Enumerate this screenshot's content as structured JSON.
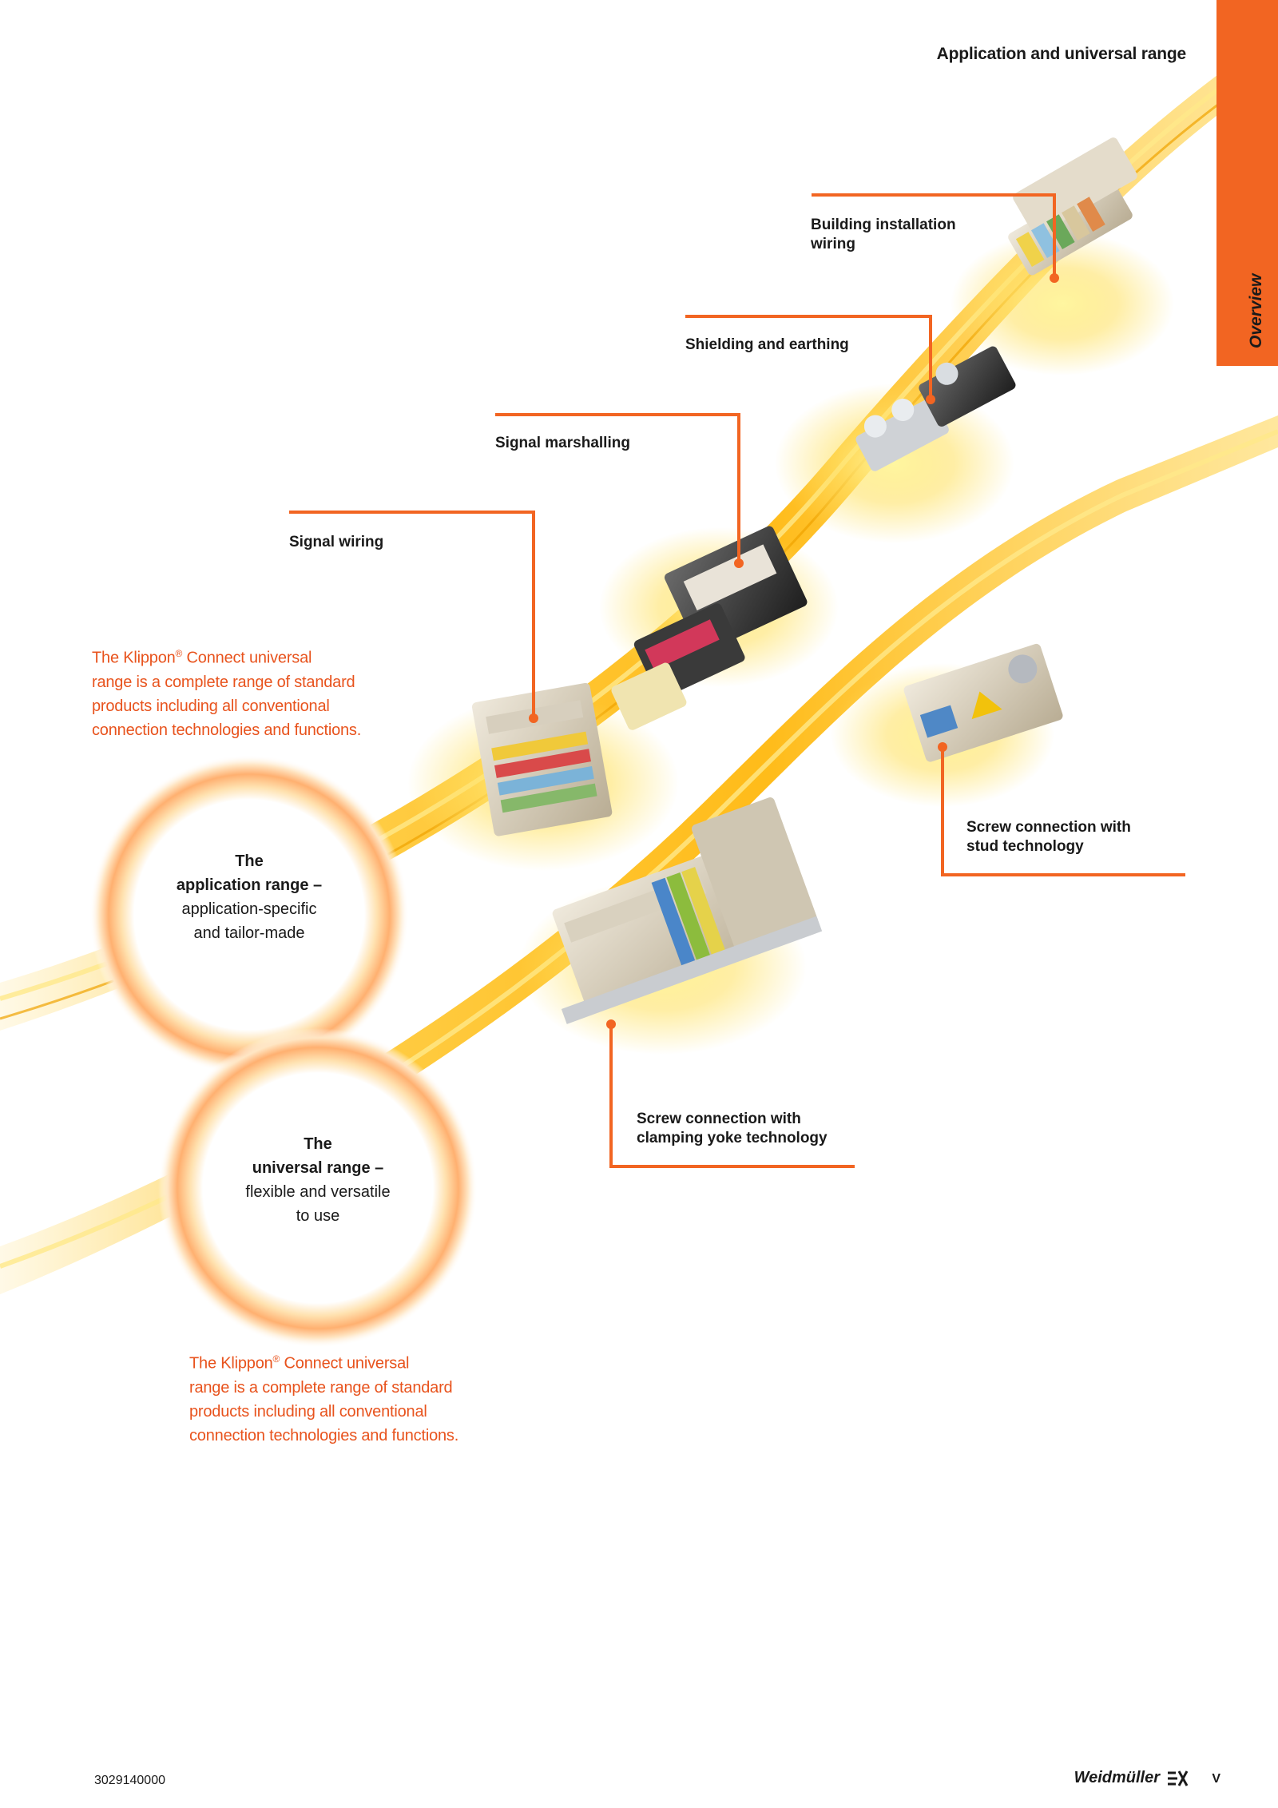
{
  "header": {
    "title": "Application and universal range"
  },
  "side_tab": {
    "label": "Overview"
  },
  "callouts": {
    "building_installation": "Building installation wiring",
    "shielding_earthing": "Shielding and earthing",
    "signal_marshalling": "Signal marshalling",
    "signal_wiring": "Signal wiring",
    "screw_stud_line1": "Screw connection with",
    "screw_stud_line2": "stud technology",
    "screw_yoke_line1": "Screw connection with",
    "screw_yoke_line2": "clamping yoke technology"
  },
  "intro": {
    "line1_pre": "The Klippon",
    "reg": "®",
    "line1_post": " Connect universal",
    "line2": "range is a complete range of standard",
    "line3": "products including all conventional",
    "line4": "connection technologies and functions."
  },
  "circle_application": {
    "line1": "The",
    "line2": "application range –",
    "line3": "application-specific",
    "line4": "and tailor-made"
  },
  "circle_universal": {
    "line1": "The",
    "line2": "universal range –",
    "line3": "flexible and versatile",
    "line4": "to use"
  },
  "footer": {
    "code": "3029140000",
    "brand": "Weidmüller",
    "page": "V"
  },
  "colors": {
    "accent": "#f26522",
    "intro_text": "#e8531d",
    "band": "#ffc21a"
  }
}
